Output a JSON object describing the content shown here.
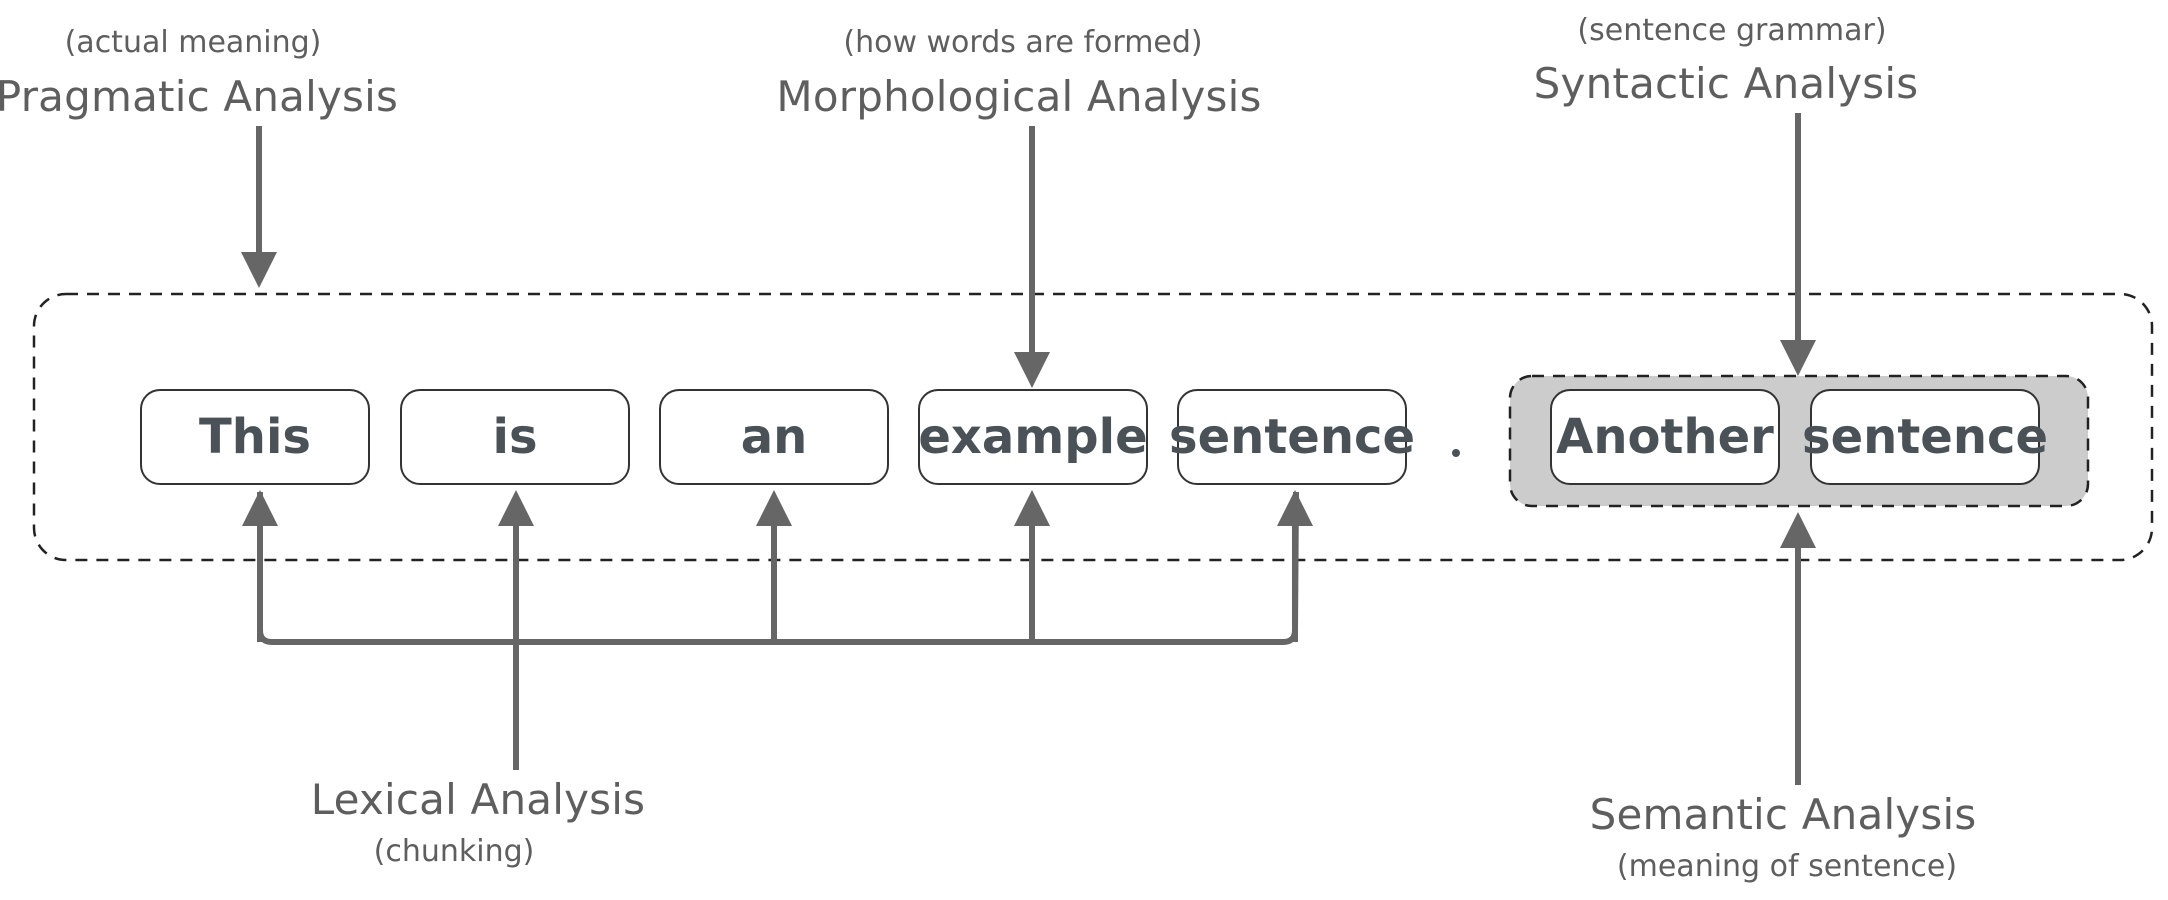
{
  "analyses": {
    "pragmatic": {
      "title": "Pragmatic Analysis",
      "note": "(actual meaning)"
    },
    "morphological": {
      "title": "Morphological Analysis",
      "note": "(how words are formed)"
    },
    "syntactic": {
      "title": "Syntactic Analysis",
      "note": "(sentence grammar)"
    },
    "lexical": {
      "title": "Lexical Analysis",
      "note": "(chunking)"
    },
    "semantic": {
      "title": "Semantic Analysis",
      "note": "(meaning of sentence)"
    }
  },
  "sentence1": [
    "This",
    "is",
    "an",
    "example",
    "sentence"
  ],
  "separator": ".",
  "sentence2": [
    "Another",
    "sentence"
  ],
  "colors": {
    "arrow": "#666666",
    "box_border": "#333333",
    "word_text": "#4a5258",
    "label_text": "#5e5e5e",
    "semantic_group_fill": "#cccccc"
  }
}
